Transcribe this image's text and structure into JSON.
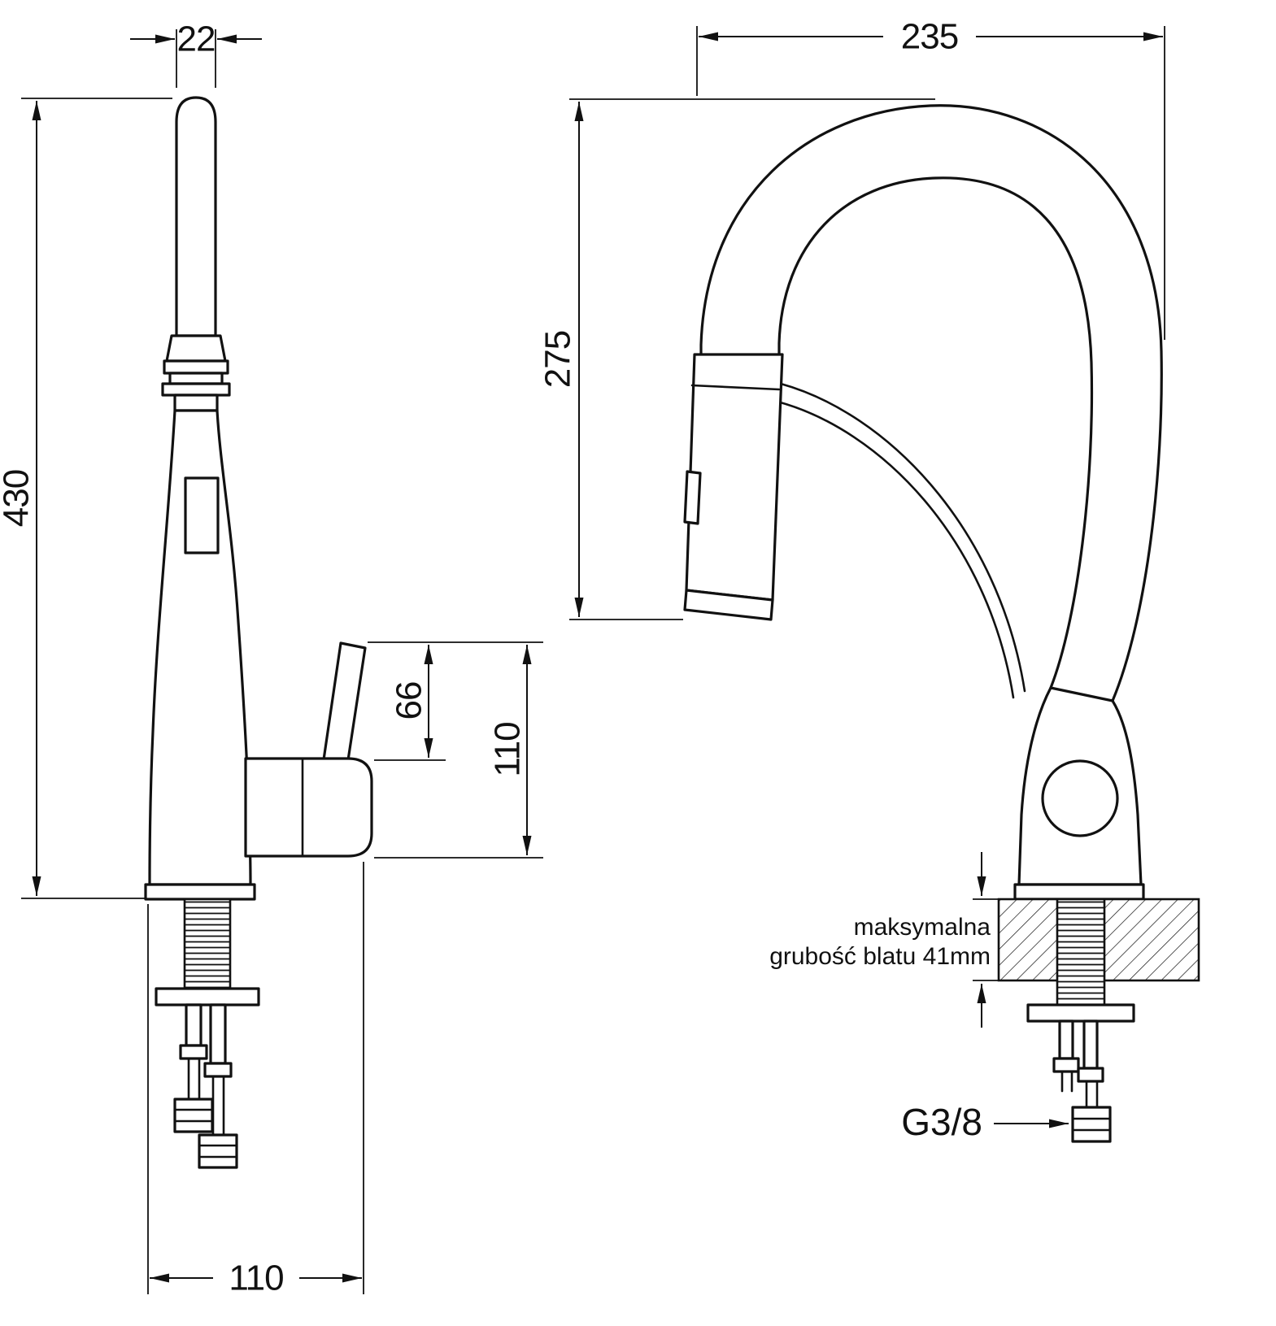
{
  "page": {
    "background": "#ffffff",
    "line_color": "#111111"
  },
  "drawing": {
    "type": "technical-dimension-drawing",
    "subject": "kitchen pull-out faucet, side view and front view",
    "side_view": {
      "dims": {
        "spout_width": "22",
        "total_height": "430",
        "handle_height": "66",
        "body_offset": "110",
        "base_depth": "110"
      }
    },
    "front_view": {
      "dims": {
        "spout_reach": "235",
        "spout_drop": "275"
      },
      "counter_note": {
        "line1": "maksymalna",
        "line2": "grubość blatu 41mm"
      },
      "connection_thread": "G3/8"
    }
  }
}
